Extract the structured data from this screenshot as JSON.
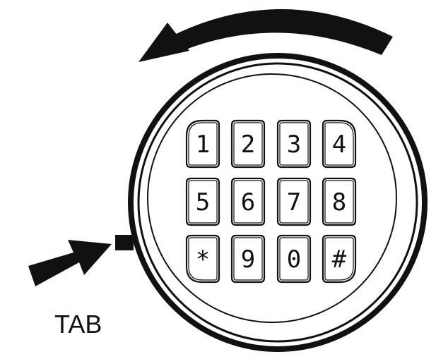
{
  "label": {
    "tab": "TAB"
  },
  "keypad": {
    "keys": [
      {
        "label": "1",
        "name": "key-1"
      },
      {
        "label": "2",
        "name": "key-2"
      },
      {
        "label": "3",
        "name": "key-3"
      },
      {
        "label": "4",
        "name": "key-4"
      },
      {
        "label": "5",
        "name": "key-5"
      },
      {
        "label": "6",
        "name": "key-6"
      },
      {
        "label": "7",
        "name": "key-7"
      },
      {
        "label": "8",
        "name": "key-8"
      },
      {
        "label": "*",
        "name": "key-star"
      },
      {
        "label": "9",
        "name": "key-9"
      },
      {
        "label": "0",
        "name": "key-0"
      },
      {
        "label": "#",
        "name": "key-hash"
      }
    ]
  },
  "icons": {
    "rotation_arrow": "counterclockwise-arrow-icon",
    "pointer_arrow": "arrow-right-icon"
  },
  "colors": {
    "ink": "#111111",
    "paper": "#ffffff"
  }
}
